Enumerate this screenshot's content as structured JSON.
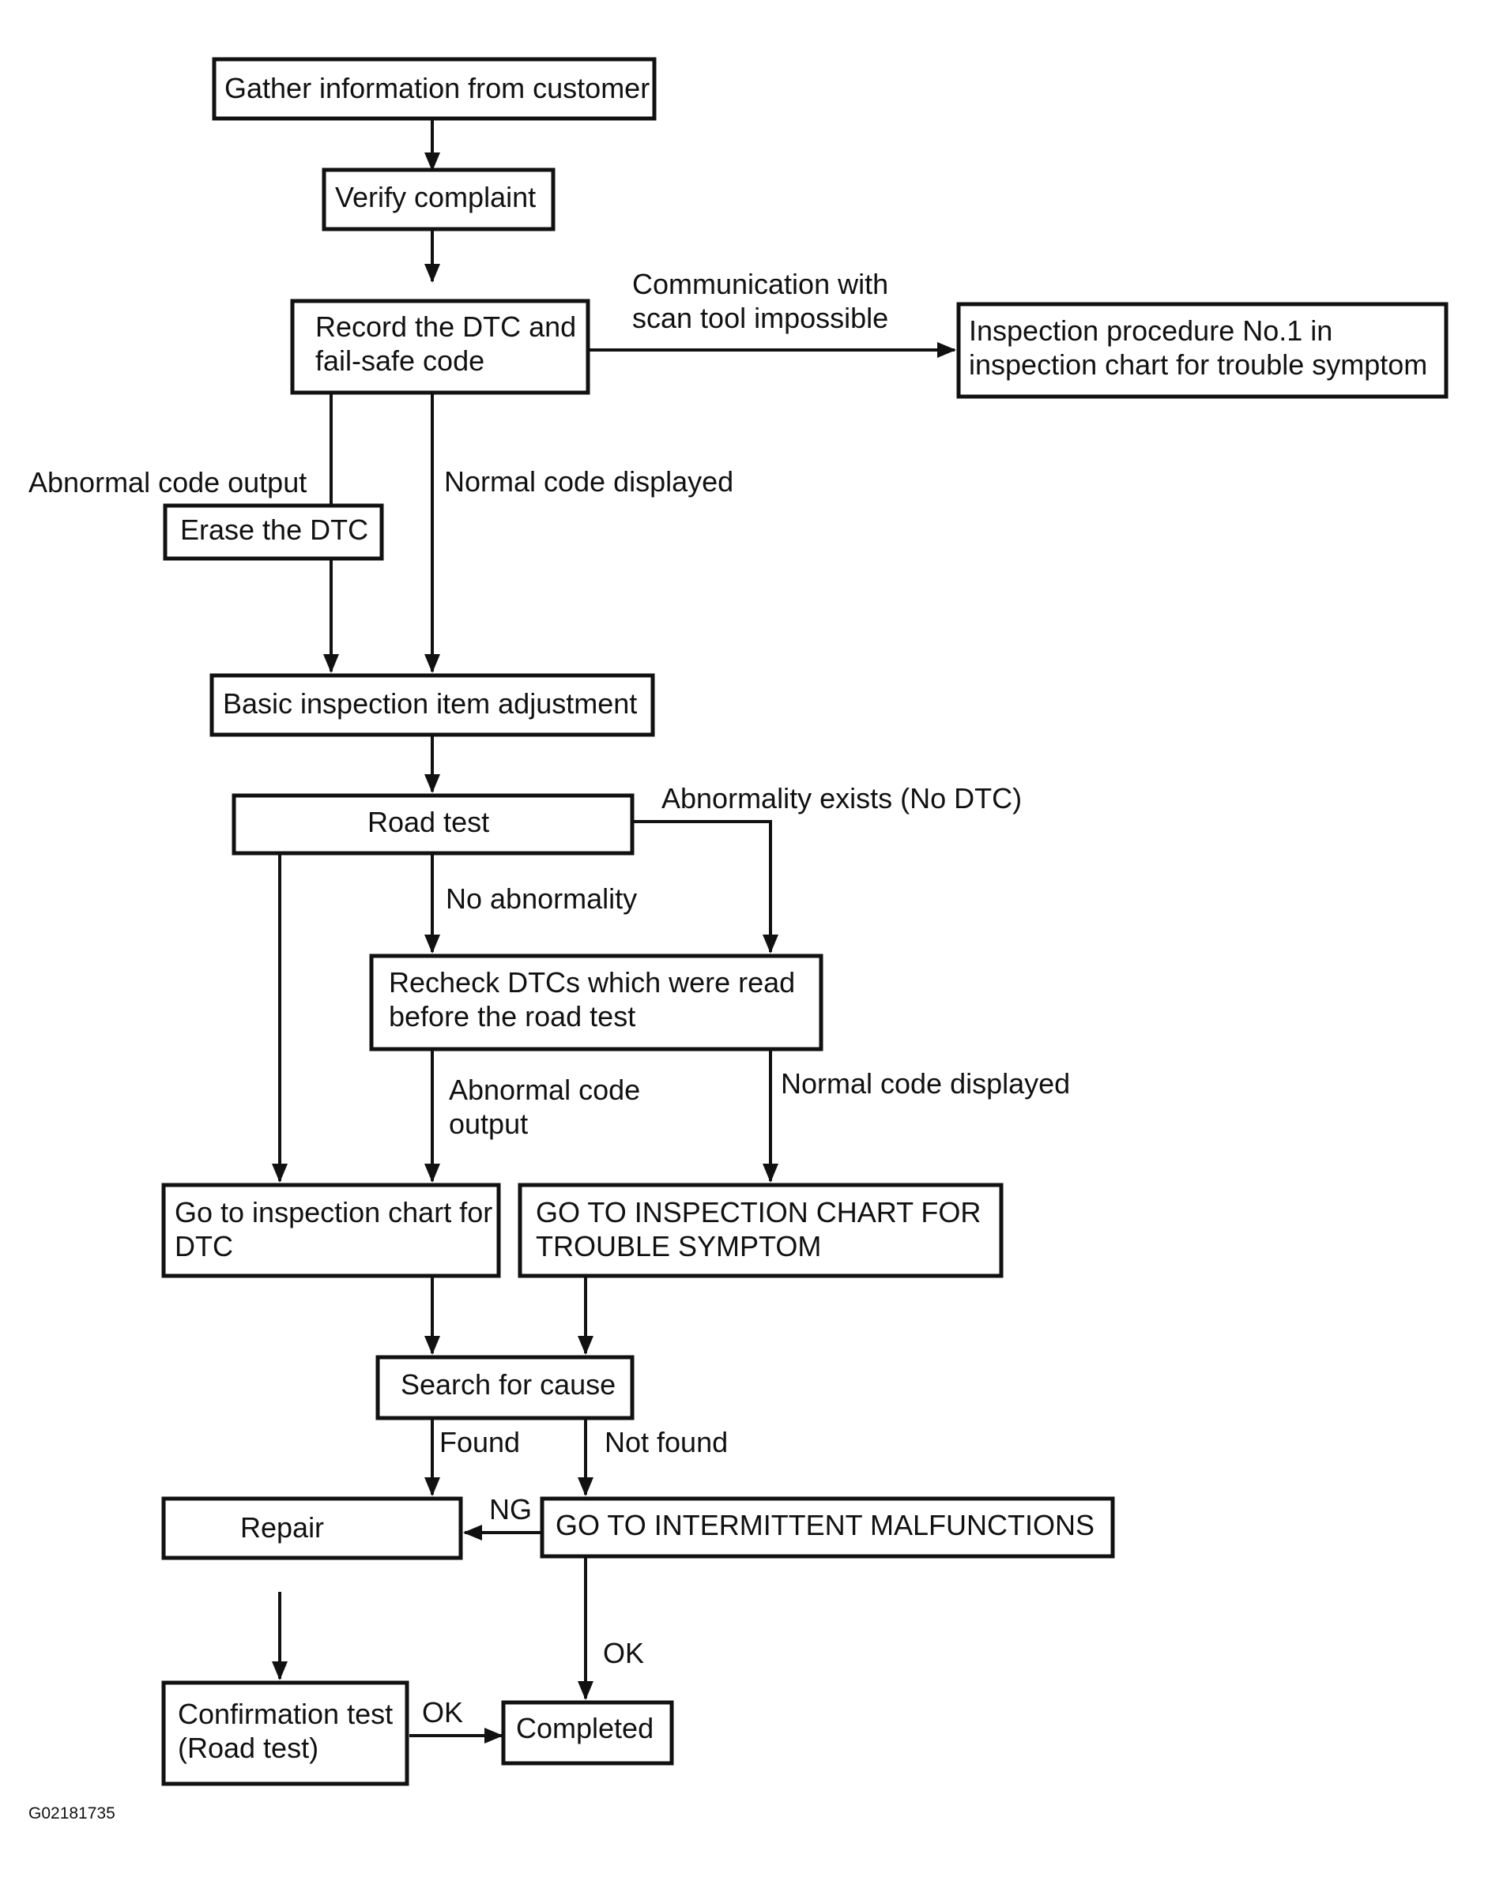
{
  "boxes": {
    "gather": [
      "Gather information from customer"
    ],
    "verify": [
      "Verify complaint"
    ],
    "record": [
      "Record the DTC and",
      "fail-safe code"
    ],
    "proc1": [
      "Inspection procedure No.1 in",
      "inspection chart for trouble symptom"
    ],
    "erase": [
      "Erase the DTC"
    ],
    "basic": [
      "Basic inspection item adjustment"
    ],
    "road": [
      "Road test"
    ],
    "recheck": [
      "Recheck DTCs which were read",
      "before the road test"
    ],
    "dtc_chart": [
      "Go to inspection chart for",
      "DTC"
    ],
    "symptom_chart": [
      "GO TO INSPECTION CHART FOR",
      "TROUBLE SYMPTOM"
    ],
    "search": [
      "Search for cause"
    ],
    "repair": [
      "Repair"
    ],
    "intermittent": [
      "GO TO INTERMITTENT MALFUNCTIONS"
    ],
    "confirm": [
      "Confirmation test",
      "(Road test)"
    ],
    "completed": [
      "Completed"
    ]
  },
  "labels": {
    "comm": [
      "Communication with",
      "scan tool impossible"
    ],
    "abnormal_output_1": [
      "Abnormal code output"
    ],
    "normal_displayed_1": [
      "Normal code displayed"
    ],
    "abnormality_exists": [
      "Abnormality exists (No DTC)"
    ],
    "no_abnormality": [
      "No abnormality"
    ],
    "abnormal_output_2": [
      "Abnormal code",
      "output"
    ],
    "normal_displayed_2": [
      "Normal code displayed"
    ],
    "found": [
      "Found"
    ],
    "not_found": [
      "Not found"
    ],
    "ng": [
      "NG"
    ],
    "ok_1": [
      "OK"
    ],
    "ok_2": [
      "OK"
    ]
  },
  "figure_id": "G02181735"
}
